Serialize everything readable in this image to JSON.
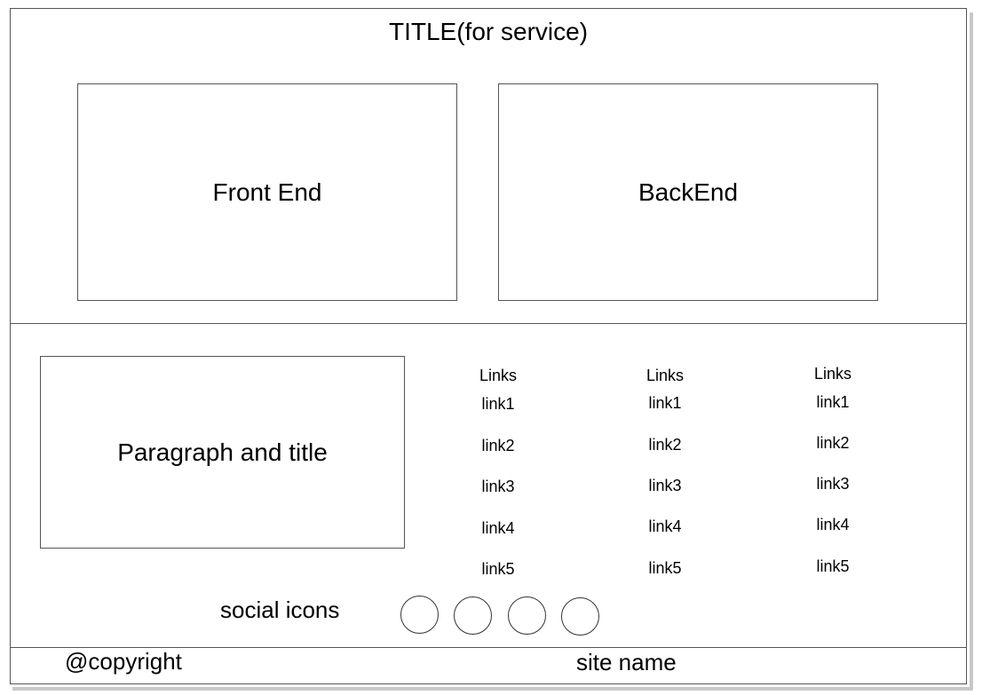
{
  "header": {
    "title": "TITLE(for service)"
  },
  "services": [
    {
      "label": "Front End"
    },
    {
      "label": "BackEnd"
    }
  ],
  "about": {
    "label": "Paragraph and title"
  },
  "link_columns": [
    {
      "heading": "Links",
      "links": [
        "link1",
        "link2",
        "link3",
        "link4",
        "link5"
      ]
    },
    {
      "heading": "Links",
      "links": [
        "link1",
        "link2",
        "link3",
        "link4",
        "link5"
      ]
    },
    {
      "heading": "Links",
      "links": [
        "link1",
        "link2",
        "link3",
        "link4",
        "link5"
      ]
    }
  ],
  "social": {
    "label": "social icons",
    "icon_count": 4
  },
  "footer": {
    "copyright": "@copyright",
    "site_name": "site name"
  }
}
